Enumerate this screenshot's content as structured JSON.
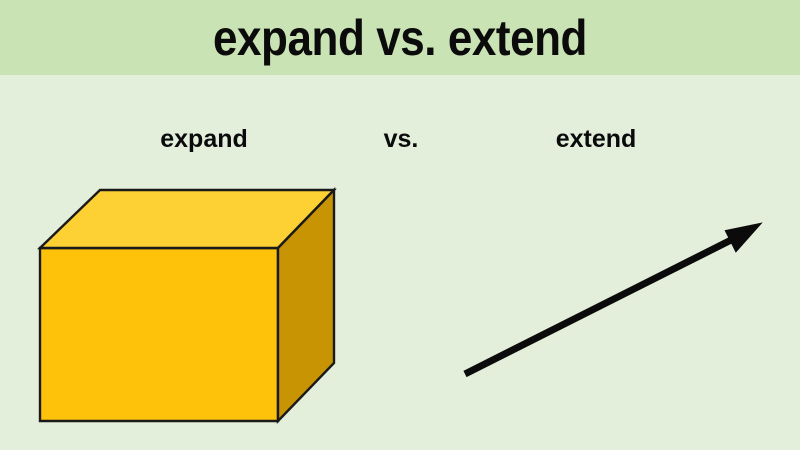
{
  "slide": {
    "background_color": "#e3eedb",
    "header_background_color": "#c9e3b4",
    "title": "expand vs. extend",
    "title_color": "#0b0b0b"
  },
  "comparison": {
    "left_label": "expand",
    "separator_label": "vs.",
    "right_label": "extend",
    "label_color": "#0b0b0b"
  },
  "illustrations": {
    "left": {
      "name": "cube",
      "meaning": "expand",
      "front_face_color": "#ffc20a",
      "top_face_color": "#fdd034",
      "side_face_color": "#c99403",
      "outline_color": "#1a1a1a"
    },
    "right": {
      "name": "arrow",
      "meaning": "extend",
      "arrow_color": "#0b0b0b",
      "direction": "up-right"
    }
  }
}
